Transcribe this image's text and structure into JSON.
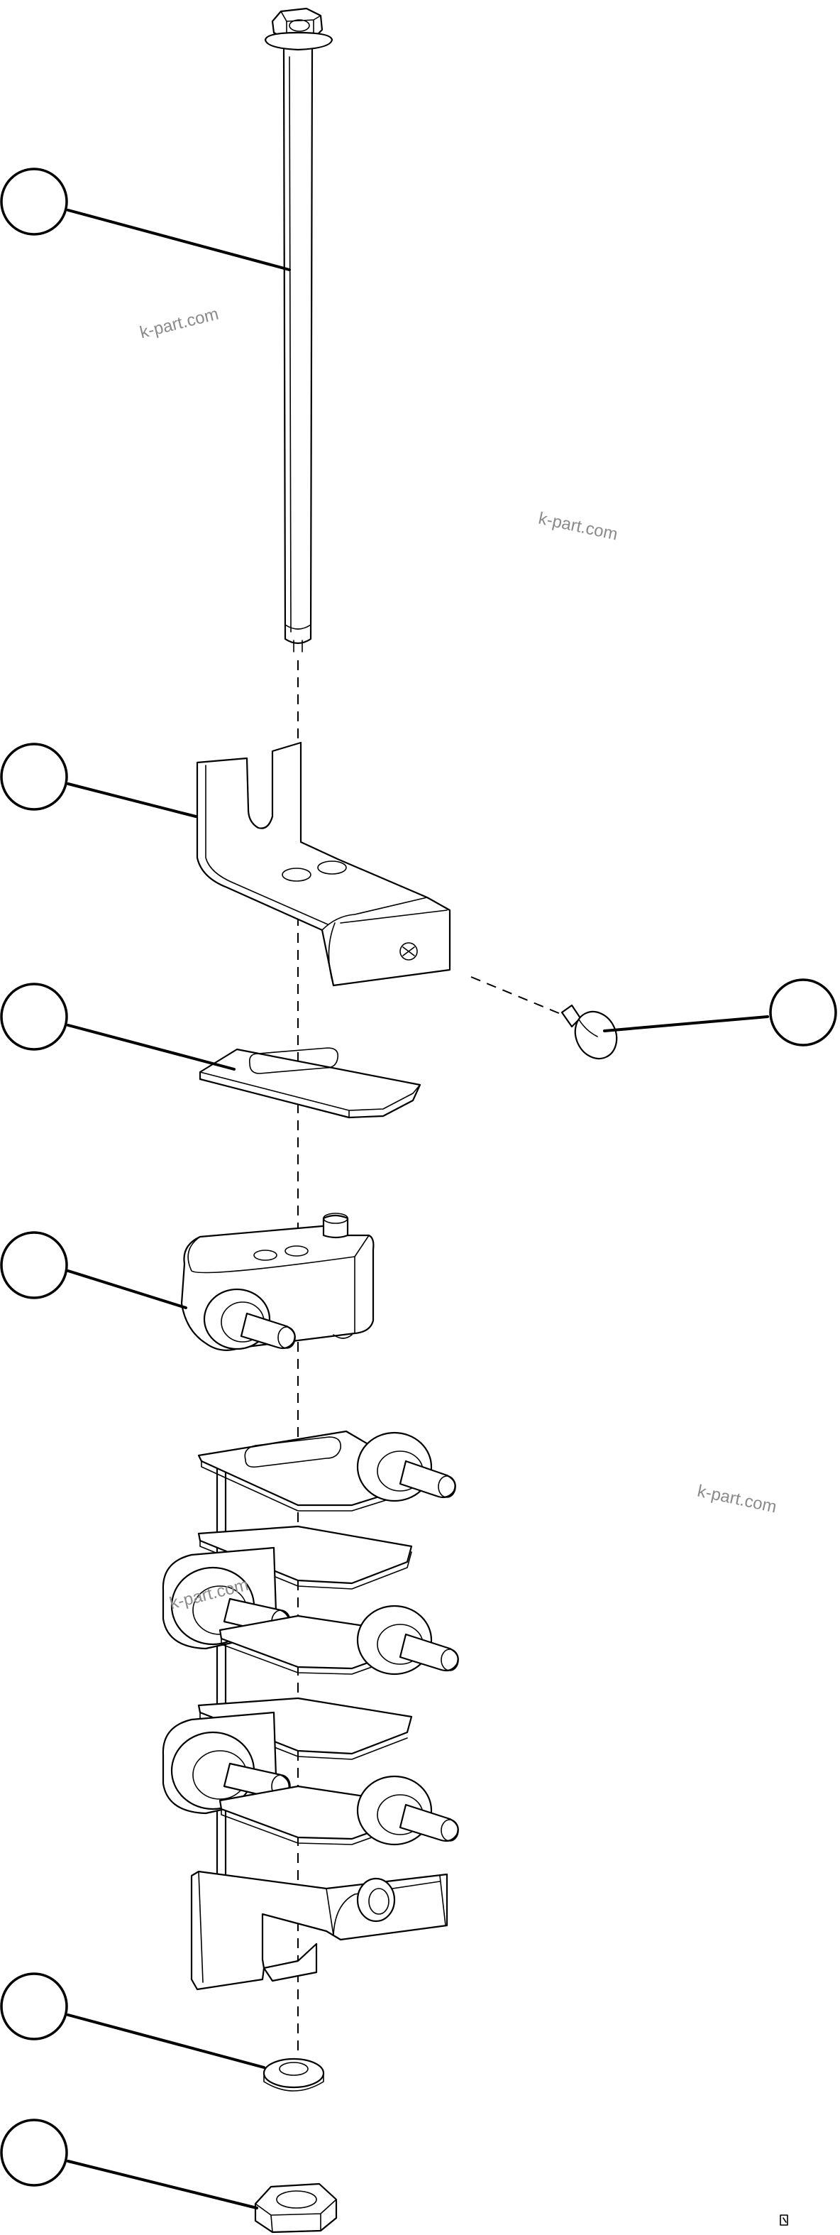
{
  "watermarks": [
    {
      "text": "k-part.com"
    },
    {
      "text": "k-part.com"
    },
    {
      "text": "k-part.com"
    },
    {
      "text": "k-part.com"
    }
  ],
  "callouts": [
    {
      "name": "callout-rod",
      "label": ""
    },
    {
      "name": "callout-bracket",
      "label": ""
    },
    {
      "name": "callout-plate",
      "label": ""
    },
    {
      "name": "callout-clip",
      "label": ""
    },
    {
      "name": "callout-single-mount",
      "label": ""
    },
    {
      "name": "callout-washer",
      "label": ""
    },
    {
      "name": "callout-nut",
      "label": ""
    }
  ],
  "corner_mark": {
    "text": ""
  }
}
